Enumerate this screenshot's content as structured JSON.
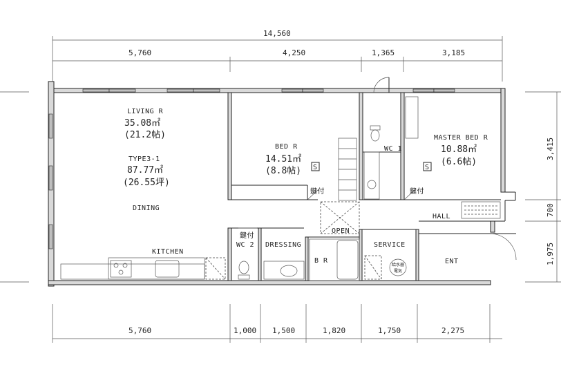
{
  "dimensions": {
    "top_total": "14,560",
    "top_segments": [
      "5,760",
      "4,250",
      "1,365",
      "3,185"
    ],
    "bottom_segments": [
      "5,760",
      "1,000",
      "1,500",
      "1,820",
      "1,750",
      "2,275"
    ],
    "right_segments": [
      "3,415",
      "700",
      "1,975"
    ]
  },
  "rooms": {
    "living": {
      "name": "LIVING R",
      "area": "35.08㎡",
      "tatami": "(21.2帖)"
    },
    "type": {
      "name": "TYPE3-1",
      "area": "87.77㎡",
      "tsubo": "(26.55坪)"
    },
    "dining": {
      "name": "DINING"
    },
    "kitchen": {
      "name": "KITCHEN"
    },
    "bed": {
      "name": "BED R",
      "area": "14.51㎡",
      "tatami": "(8.8帖)",
      "lock": "鍵付"
    },
    "master": {
      "name": "MASTER BED R",
      "area": "10.88㎡",
      "tatami": "(6.6帖)",
      "lock": "鍵付"
    },
    "wc1": {
      "name": "WC 1"
    },
    "wc2": {
      "name": "WC 2",
      "lock": "鍵付"
    },
    "dressing": {
      "name": "DRESSING"
    },
    "bath": {
      "name": "B R"
    },
    "service": {
      "name": "SERVICE"
    },
    "hall": {
      "name": "HALL"
    },
    "ent": {
      "name": "ENT"
    },
    "open": {
      "name": "OPEN"
    }
  },
  "symbols": {
    "storage_mark": "S",
    "water_heater_top": "給水器",
    "water_heater_bottom": "電気"
  }
}
